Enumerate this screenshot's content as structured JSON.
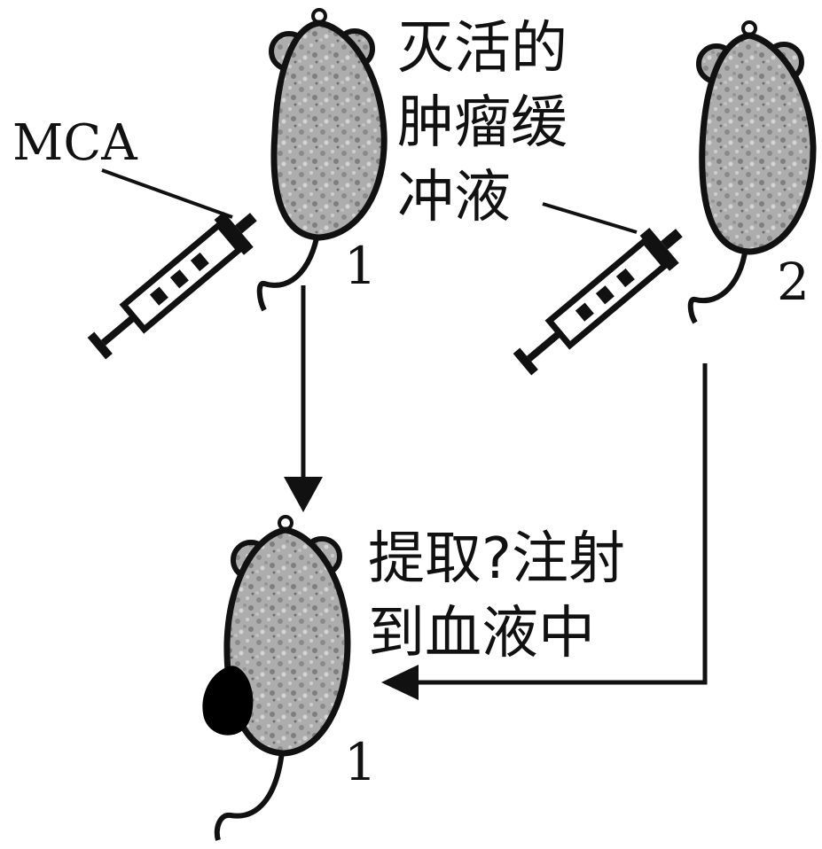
{
  "labels": {
    "mca": "MCA",
    "injection_text": [
      "灭活的",
      "肿瘤缓",
      "冲液"
    ],
    "transfer_text": [
      "提取?注射",
      "到血液中"
    ]
  },
  "mice": [
    {
      "id": "mouse-1-top",
      "number": "1",
      "has_tumor": false
    },
    {
      "id": "mouse-2",
      "number": "2",
      "has_tumor": false
    },
    {
      "id": "mouse-1-bottom",
      "number": "1",
      "has_tumor": true
    }
  ],
  "colors": {
    "ink": "#111111",
    "body_fill": "#a9a9a9",
    "tumor": "#000000"
  }
}
